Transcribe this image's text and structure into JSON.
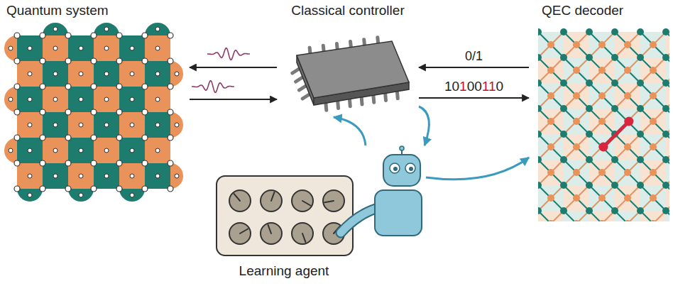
{
  "diagram": {
    "nodes": [
      {
        "text": [
          "Quantum system"
        ]
      },
      {
        "text": [
          "Classical controller"
        ]
      },
      {
        "text": [
          "QEC decoder"
        ]
      },
      {
        "text": [
          "Learning agent"
        ]
      }
    ],
    "edges": [
      {
        "from": 1,
        "to": 0,
        "arrow": "to"
      },
      {
        "from": 0,
        "to": 1,
        "arrow": "to"
      },
      {
        "from": 2,
        "to": 1,
        "label": "0/1",
        "arrow": "to"
      },
      {
        "from": 1,
        "to": 2,
        "label": "10100110",
        "arrow": "to"
      },
      {
        "from": 3,
        "to": 1,
        "arrow": "to"
      },
      {
        "from": 1,
        "to": 3,
        "arrow": "to"
      },
      {
        "from": 3,
        "to": 2,
        "arrow": "to"
      }
    ]
  }
}
